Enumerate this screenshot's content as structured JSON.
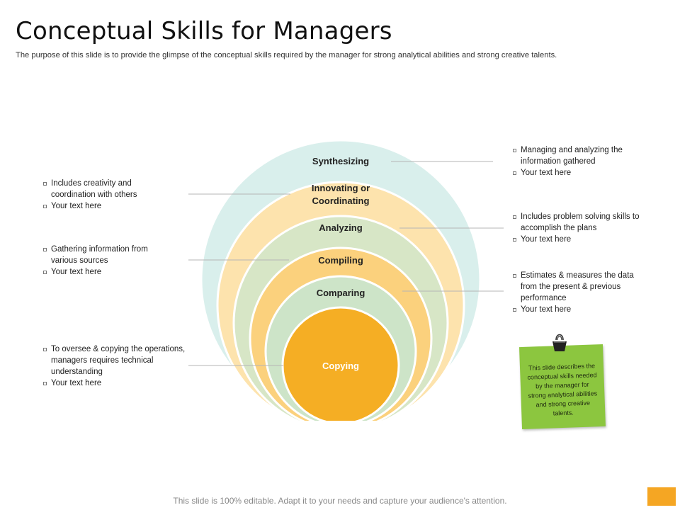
{
  "header": {
    "title": "Conceptual Skills for Managers",
    "subtitle": "The purpose of this slide is to provide the glimpse of the conceptual skills required by the manager for strong analytical abilities and strong creative talents."
  },
  "diagram": {
    "rings": [
      {
        "label": "Synthesizing",
        "color": "#d9efec"
      },
      {
        "label": "Innovating or\nCoordinating",
        "color": "#fde3ad"
      },
      {
        "label": "Analyzing",
        "color": "#d7e6c6"
      },
      {
        "label": "Compiling",
        "color": "#fbd17d"
      },
      {
        "label": "Comparing",
        "color": "#cde4c8"
      }
    ],
    "core": {
      "label": "Copying",
      "color": "#f5ae24"
    }
  },
  "left_blocks": [
    {
      "items": [
        "Includes creativity and coordination with others",
        "Your text here"
      ]
    },
    {
      "items": [
        "Gathering information from various sources",
        "Your text here"
      ]
    },
    {
      "items": [
        "To oversee & copying the operations, managers requires technical understanding",
        "Your text here"
      ]
    }
  ],
  "right_blocks": [
    {
      "items": [
        "Managing and analyzing the information gathered",
        "Your text here"
      ]
    },
    {
      "items": [
        "Includes problem solving skills to accomplish the plans",
        "Your text here"
      ]
    },
    {
      "items": [
        "Estimates & measures the data from the present & previous performance",
        "Your text here"
      ]
    }
  ],
  "note": {
    "text": "This slide describes the conceptual skills needed by the manager for strong analytical abilities and strong creative talents.",
    "color": "#8cc63f"
  },
  "footer": {
    "text": "This slide is 100% editable. Adapt it to your needs and capture your audience's attention.",
    "accent": "#f5a623"
  }
}
